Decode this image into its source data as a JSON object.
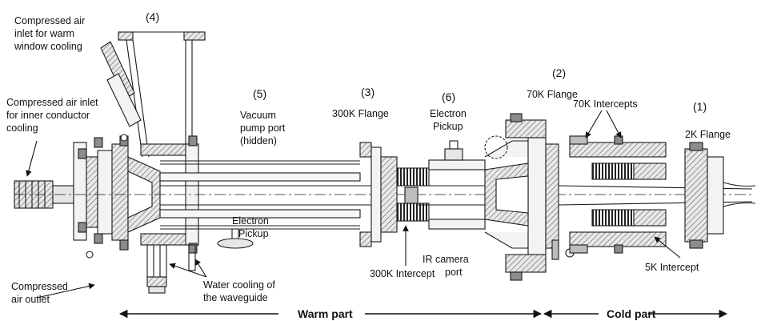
{
  "numbers": {
    "n1": "(1)",
    "n2": "(2)",
    "n3": "(3)",
    "n4": "(4)",
    "n5": "(5)",
    "n6": "(6)"
  },
  "labels": {
    "warm_inlet": [
      "Compressed air",
      "inlet for warm",
      "window cooling"
    ],
    "inner_inlet": [
      "Compressed air inlet",
      "for inner conductor",
      "cooling"
    ],
    "air_outlet": [
      "Compressed",
      "air outlet"
    ],
    "water_cooling": [
      "Water cooling of",
      "the waveguide"
    ],
    "vacuum_port": [
      "Vacuum",
      "pump port",
      "(hidden)"
    ],
    "electron_pickup_left": [
      "Electron",
      "Pickup"
    ],
    "flange_300k": "300K Flange",
    "intercept_300k": "300K Intercept",
    "electron_pickup_right": [
      "Electron",
      "Pickup"
    ],
    "ir_camera": [
      "IR camera",
      "port"
    ],
    "flange_70k": "70K Flange",
    "intercepts_70k": "70K Intercepts",
    "flange_2k": "2K Flange",
    "intercept_5k": "5K Intercept"
  },
  "sections": {
    "warm": "Warm part",
    "cold": "Cold part"
  },
  "colors": {
    "line": "#1a1a1a",
    "hatch": "#555555",
    "fill_light": "#e6e6e6",
    "fill_mid": "#bdbdbd",
    "fill_dark": "#8c8c8c"
  }
}
